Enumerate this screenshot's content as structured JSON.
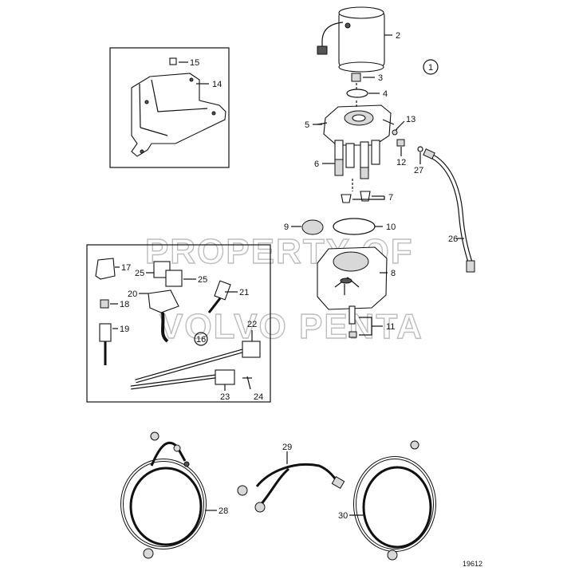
{
  "diagram": {
    "labels": {
      "c1": "1",
      "p2": "2",
      "p3": "3",
      "p4": "4",
      "p5": "5",
      "p6": "6",
      "p7": "7",
      "p8": "8",
      "p9": "9",
      "p10": "10",
      "p11": "11",
      "p12": "12",
      "p13": "13",
      "p14": "14",
      "p15": "15",
      "c16": "16",
      "p17": "17",
      "p18": "18",
      "p19": "19",
      "p20": "20",
      "p21": "21",
      "p22": "22",
      "p23": "23",
      "p24": "24",
      "p25a": "25",
      "p25b": "25",
      "p26": "26",
      "p27": "27",
      "p28": "28",
      "p29": "29",
      "p30": "30"
    },
    "watermark": {
      "line1": "PROPERTY OF",
      "line2": "VOLVO PENTA"
    },
    "reference": "19612"
  }
}
